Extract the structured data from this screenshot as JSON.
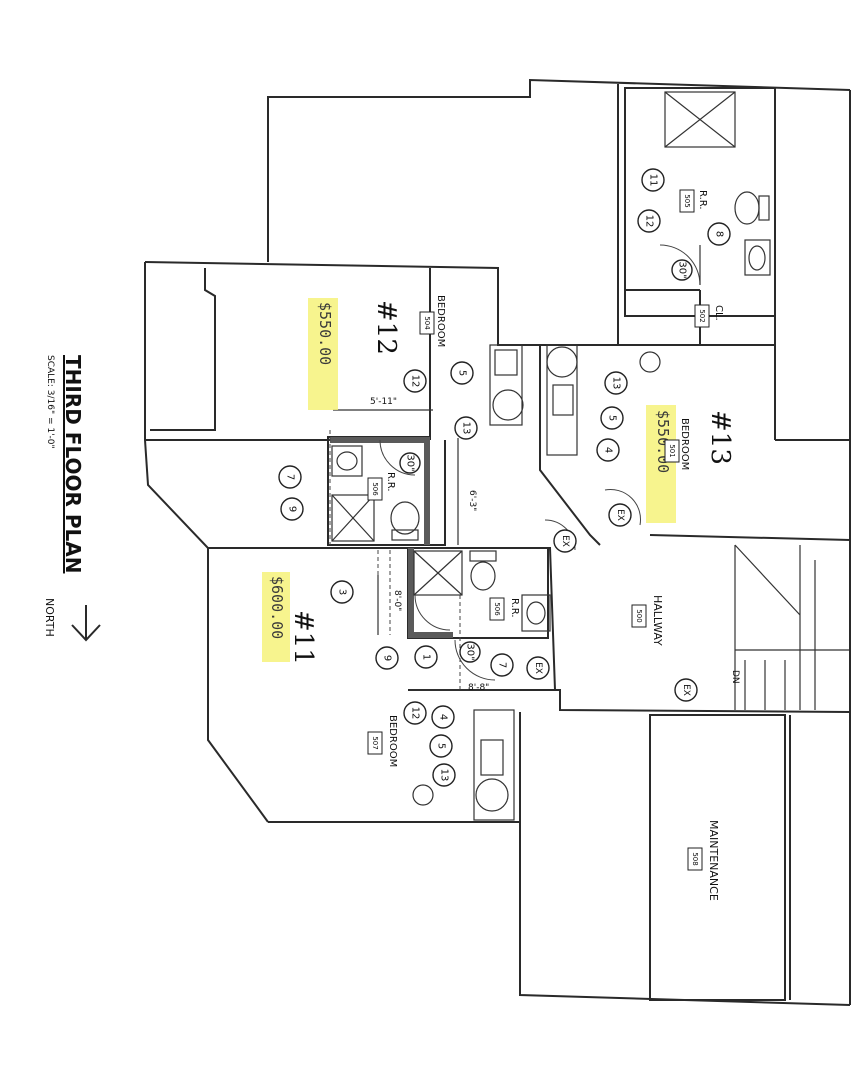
{
  "title": "THIRD FLOOR PLAN",
  "scale": "SCALE: 3/16\" = 1'-0\"",
  "north_label": "NORTH",
  "units": [
    {
      "unit": "#12",
      "room_label": "BEDROOM",
      "room_no": "504",
      "price": "$550.00"
    },
    {
      "unit": "#13",
      "room_label": "BEDROOM",
      "room_no": "501",
      "price": "$550.00"
    },
    {
      "unit": "#11",
      "room_label": "BEDROOM",
      "room_no": "507",
      "price": "$600.00"
    }
  ],
  "rooms": {
    "rr_505": {
      "label": "R.R.",
      "no": "505"
    },
    "cl_502": {
      "label": "CL.",
      "no": "502"
    },
    "rr_506a": {
      "label": "R.R.",
      "no": "506"
    },
    "rr_506b": {
      "label": "R.R.",
      "no": "506"
    },
    "hallway": {
      "label": "HALLWAY",
      "no": "500"
    },
    "maintenance": {
      "label": "MAINTENANCE",
      "no": "508"
    }
  },
  "dimensions": {
    "d1": "5'-11\"",
    "d2": "6'-3\"",
    "d3": "8'-0\"",
    "d4": "8'-8\""
  },
  "dn_label": "DN",
  "exit_label": "EX",
  "door_label": "30\"",
  "tags": [
    "11",
    "8",
    "12",
    "13",
    "5",
    "4",
    "5",
    "12",
    "13",
    "7",
    "9",
    "3",
    "9",
    "1",
    "7",
    "12",
    "4",
    "5",
    "13"
  ]
}
